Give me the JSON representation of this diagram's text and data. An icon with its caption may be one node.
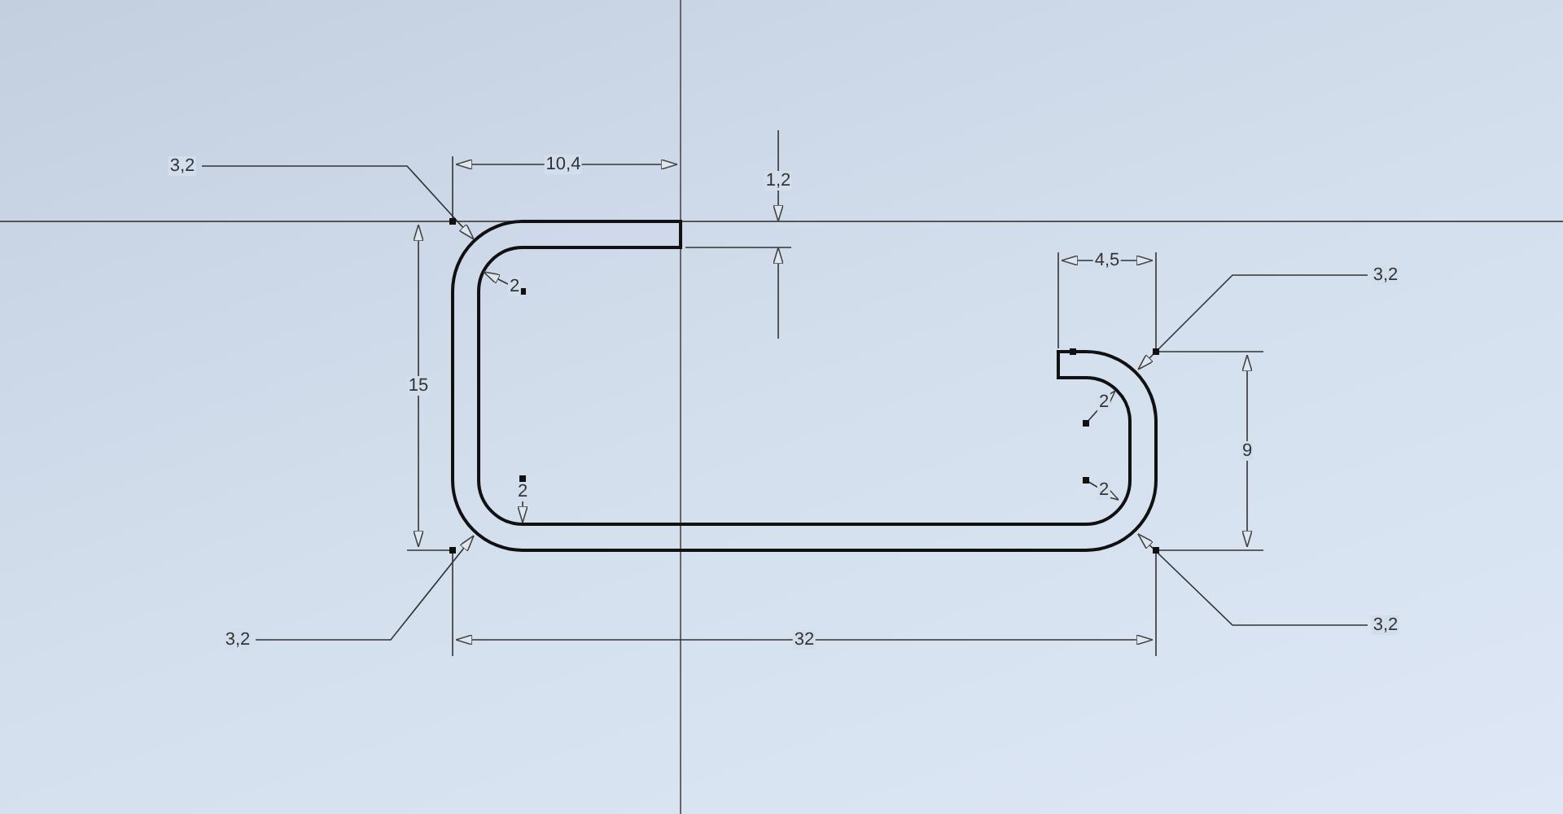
{
  "diagram": {
    "labels": [
      "3,2",
      "10,4",
      "1,2",
      "2",
      "15",
      "4,5",
      "3,2",
      "2",
      "9",
      "2",
      "2",
      "3,2",
      "32",
      "3,2"
    ]
  }
}
